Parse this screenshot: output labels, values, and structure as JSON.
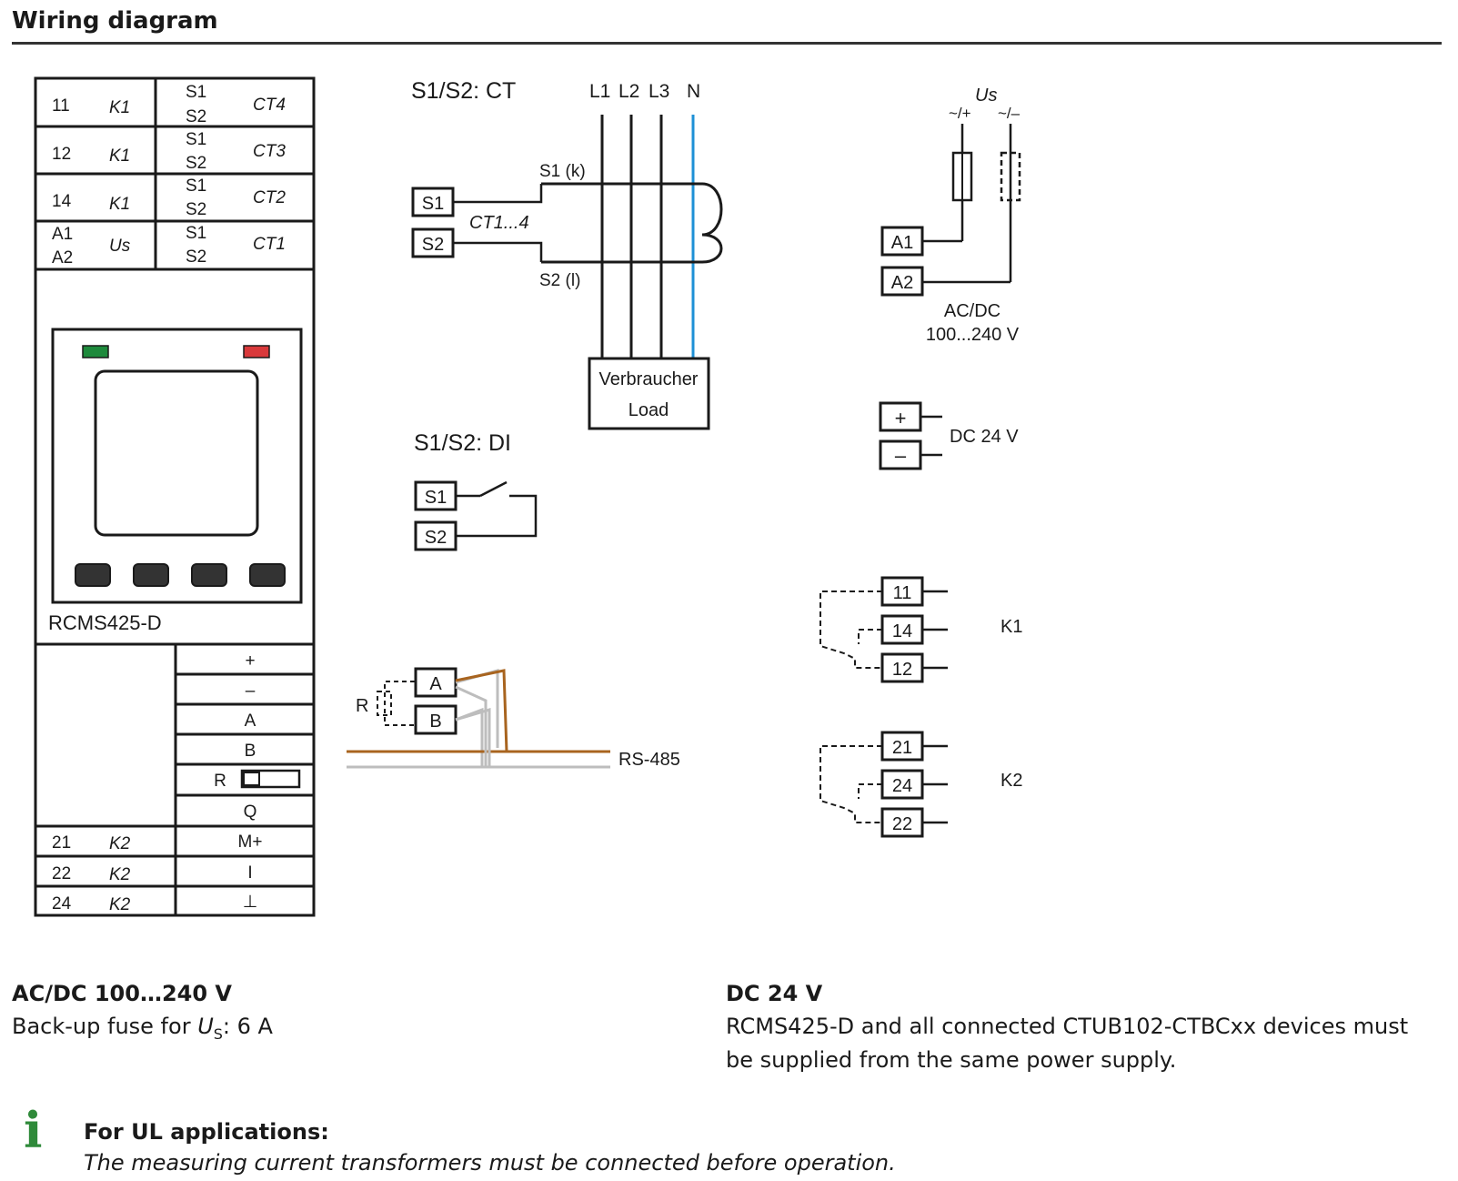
{
  "header": {
    "title": "Wiring diagram"
  },
  "device": {
    "model": "RCMS425-D",
    "top_rows": [
      {
        "term": "11",
        "label": "K1",
        "s1": "S1",
        "s2": "S2",
        "ct": "CT4"
      },
      {
        "term": "12",
        "label": "K1",
        "s1": "S1",
        "s2": "S2",
        "ct": "CT3"
      },
      {
        "term": "14",
        "label": "K1",
        "s1": "S1",
        "s2": "S2",
        "ct": "CT2"
      },
      {
        "term": "A1",
        "term2": "A2",
        "label": "Us",
        "s1": "S1",
        "s2": "S2",
        "ct": "CT1"
      }
    ],
    "bottom_right": [
      "+",
      "–",
      "A",
      "B",
      "R",
      "Q",
      "M+",
      "I",
      "⊥"
    ],
    "bottom_left": [
      {
        "term": "21",
        "label": "K2"
      },
      {
        "term": "22",
        "label": "K2"
      },
      {
        "term": "24",
        "label": "K2"
      }
    ],
    "colors": {
      "led_green": "#1e8a3c",
      "led_red": "#d9393b"
    }
  },
  "ct_section": {
    "title": "S1/S2: CT",
    "phases": [
      "L1",
      "L2",
      "L3",
      "N"
    ],
    "terminals": [
      "S1",
      "S2"
    ],
    "ct_label": "CT1...4",
    "s1_label": "S1 (k)",
    "s2_label": "S2 (l)",
    "load_de": "Verbraucher",
    "load_en": "Load",
    "neutral_color": "#1e90d6"
  },
  "di_section": {
    "title": "S1/S2: DI",
    "terminals": [
      "S1",
      "S2"
    ]
  },
  "rs485_section": {
    "terminals": [
      "A",
      "B"
    ],
    "r_label": "R",
    "bus_label": "RS-485",
    "colors": {
      "wire_a": "#a8641f",
      "wire_b": "#bdbdbd"
    }
  },
  "supply_section": {
    "us_label": "Us",
    "pol_plus": "~/+",
    "pol_minus": "~/–",
    "terminals": [
      "A1",
      "A2"
    ],
    "ac_label_1": "AC/DC",
    "ac_label_2": "100...240 V",
    "dc_terms": [
      "+",
      "–"
    ],
    "dc_label": "DC 24 V"
  },
  "relays": [
    {
      "name": "K1",
      "terminals": [
        "11",
        "14",
        "12"
      ]
    },
    {
      "name": "K2",
      "terminals": [
        "21",
        "24",
        "22"
      ]
    }
  ],
  "notes": {
    "acdc_title": "AC/DC 100…240 V",
    "acdc_text_pre": "Back-up fuse for ",
    "acdc_text_u": "U",
    "acdc_text_s": "S",
    "acdc_text_post": ": 6 A",
    "dc_title": "DC 24 V",
    "dc_text": "RCMS425-D and all connected CTUB102-CTBCxx devices must be supplied from the same power supply."
  },
  "ul_note": {
    "icon": "info-icon",
    "title": "For UL applications:",
    "text": "The measuring current transformers must be connected before operation."
  }
}
